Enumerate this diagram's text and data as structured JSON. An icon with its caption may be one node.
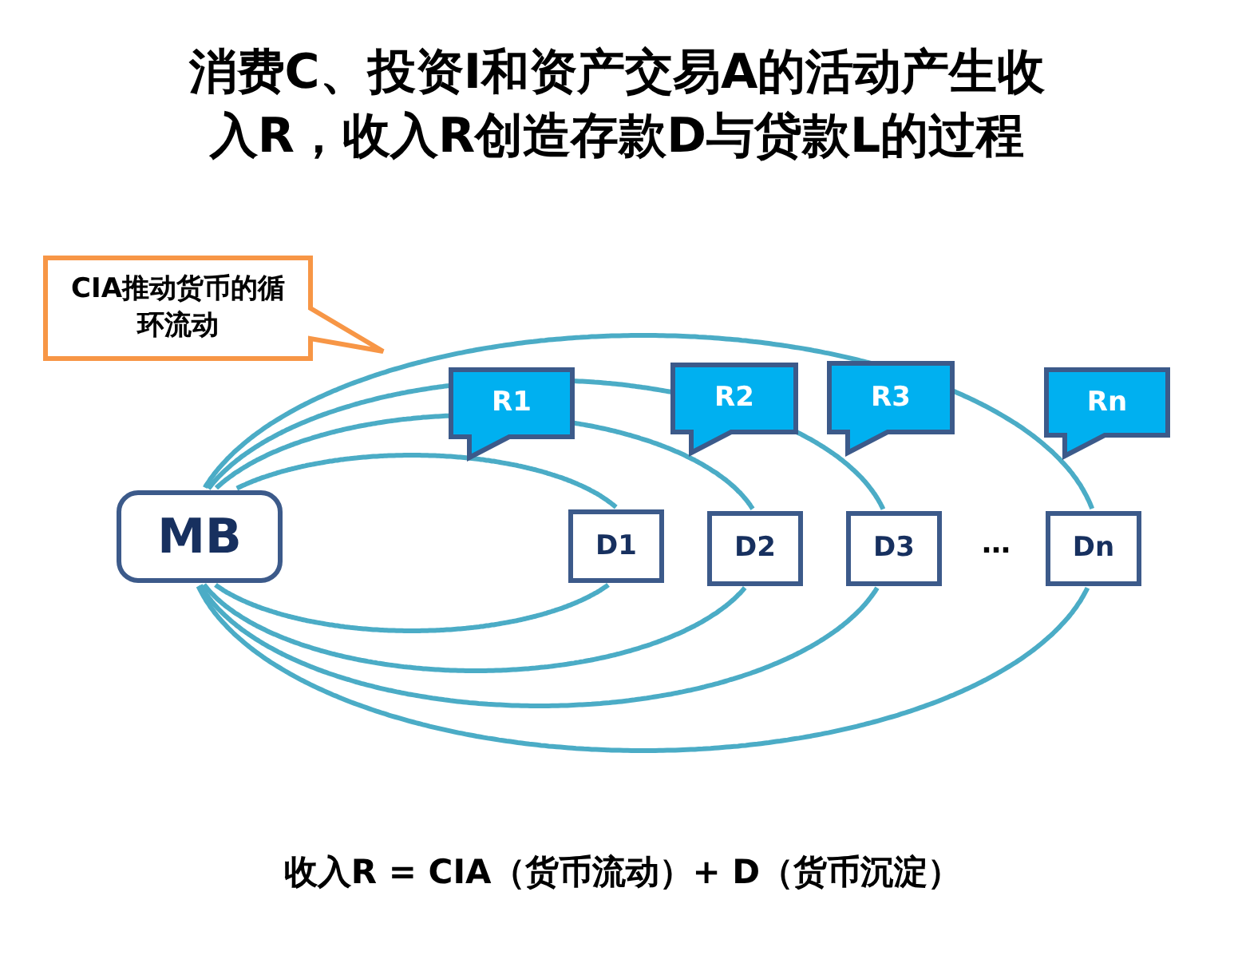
{
  "diagram": {
    "title": "消费C、投资I和资产交易A的活动产生收入R，收入R创造存款D与贷款L的过程",
    "nodes": [
      {
        "text": [
          "CIA推动货币的循环流动"
        ]
      },
      {
        "text": [
          "MB"
        ]
      },
      {
        "text": [
          "R1"
        ]
      },
      {
        "text": [
          "R2"
        ]
      },
      {
        "text": [
          "R3"
        ]
      },
      {
        "text": [
          "Rn"
        ]
      },
      {
        "text": [
          "D1"
        ]
      },
      {
        "text": [
          "D2"
        ]
      },
      {
        "text": [
          "D3"
        ]
      },
      {
        "text": [
          "Dn"
        ]
      }
    ],
    "edges": [
      {
        "from": 1,
        "to": 6,
        "arrow": "none"
      },
      {
        "from": 1,
        "to": 6,
        "arrow": "none"
      },
      {
        "from": 1,
        "to": 7,
        "arrow": "none"
      },
      {
        "from": 1,
        "to": 8,
        "arrow": "none"
      },
      {
        "from": 1,
        "to": 9,
        "arrow": "none"
      }
    ],
    "labels": [
      "…",
      "收入R = CIA（货币流动）+ D（货币沉淀）"
    ]
  }
}
